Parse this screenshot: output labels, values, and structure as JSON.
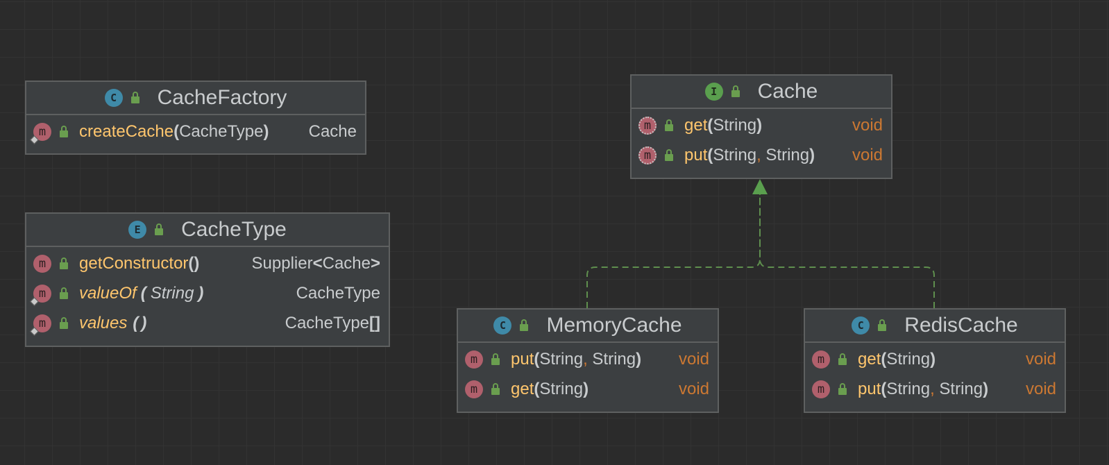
{
  "classes": {
    "cache_factory": {
      "kind_letter": "C",
      "name": "CacheFactory",
      "methods": [
        {
          "name": "createCache",
          "open": "(",
          "params": [
            "CacheType"
          ],
          "close": ")",
          "returns": "Cache"
        }
      ]
    },
    "cache_type": {
      "kind_letter": "E",
      "name": "CacheType",
      "methods": [
        {
          "name": "getConstructor",
          "open": "(",
          "close": ")",
          "returns_pre": "Supplier",
          "returns_lt": "<",
          "returns_inner": "Cache",
          "returns_gt": ">"
        },
        {
          "name": "valueOf",
          "open": "(",
          "param": "String",
          "close": ")",
          "returns": "CacheType"
        },
        {
          "name": "values",
          "open": "(",
          "close": ")",
          "returns_pre": "CacheType",
          "returns_brackets": "[]"
        }
      ]
    },
    "cache": {
      "kind_letter": "I",
      "name": "Cache",
      "methods": [
        {
          "name": "get",
          "open": "(",
          "params": [
            "String"
          ],
          "close": ")",
          "returns": "void"
        },
        {
          "name": "put",
          "open": "(",
          "params": [
            "String",
            "String"
          ],
          "sep": ",",
          "close": ")",
          "returns": "void"
        }
      ]
    },
    "memory_cache": {
      "kind_letter": "C",
      "name": "MemoryCache",
      "methods": [
        {
          "name": "put",
          "open": "(",
          "params": [
            "String",
            "String"
          ],
          "sep": ",",
          "close": ")",
          "returns": "void"
        },
        {
          "name": "get",
          "open": "(",
          "params": [
            "String"
          ],
          "close": ")",
          "returns": "void"
        }
      ]
    },
    "redis_cache": {
      "kind_letter": "C",
      "name": "RedisCache",
      "methods": [
        {
          "name": "get",
          "open": "(",
          "params": [
            "String"
          ],
          "close": ")",
          "returns": "void"
        },
        {
          "name": "put",
          "open": "(",
          "params": [
            "String",
            "String"
          ],
          "sep": ",",
          "close": ")",
          "returns": "void"
        }
      ]
    }
  },
  "method_icon_letter": "m",
  "colors": {
    "background": "#2b2b2b",
    "grid": "#333333",
    "box_fill": "#3c3f41",
    "box_border": "#5e6060",
    "method_name": "#ffc66d",
    "keyword": "#cc7832",
    "text": "#c9ccce",
    "class_icon": "#3f8aa8",
    "interface_icon": "#5a9f4e",
    "method_icon": "#b0606c",
    "realization_edge": "#5f8f4e"
  },
  "icons": [
    "class-icon",
    "enum-icon",
    "interface-icon",
    "method-icon",
    "public-lock-icon",
    "static-marker-icon"
  ],
  "relations": [
    {
      "from": "MemoryCache",
      "to": "Cache",
      "type": "realization"
    },
    {
      "from": "RedisCache",
      "to": "Cache",
      "type": "realization"
    }
  ]
}
